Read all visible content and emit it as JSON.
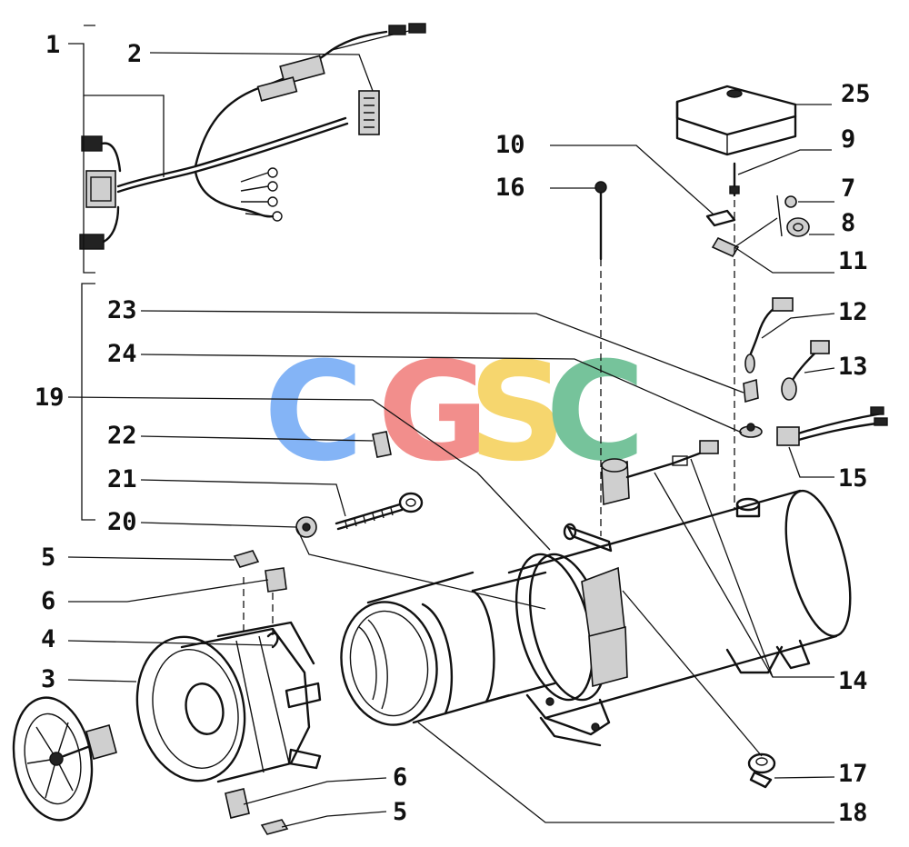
{
  "labels": {
    "l1": "1",
    "l2": "2",
    "l3": "3",
    "l4": "4",
    "l5a": "5",
    "l5b": "5",
    "l6a": "6",
    "l6b": "6",
    "l7": "7",
    "l8": "8",
    "l9": "9",
    "l10": "10",
    "l11": "11",
    "l12": "12",
    "l13": "13",
    "l14": "14",
    "l15": "15",
    "l16": "16",
    "l17": "17",
    "l18": "18",
    "l19": "19",
    "l20": "20",
    "l21": "21",
    "l22": "22",
    "l23": "23",
    "l24": "24",
    "l25": "25"
  },
  "watermark": {
    "letters": [
      "C",
      "G",
      "S",
      "C"
    ],
    "colors": [
      "#6fa8f5",
      "#f07b78",
      "#f5cf55",
      "#5fb98a"
    ]
  }
}
